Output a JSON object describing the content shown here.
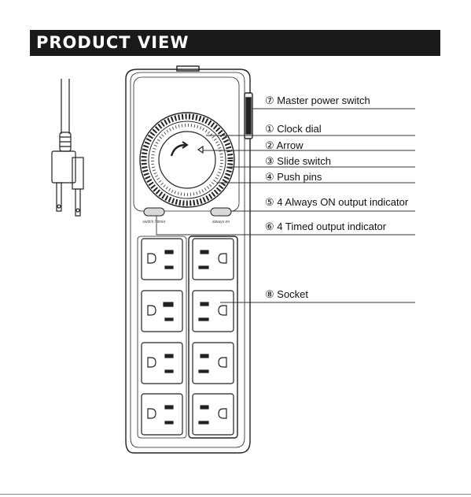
{
  "header": {
    "title": "PRODUCT VIEW"
  },
  "device_labels": {
    "switch_caption": "switch / timer",
    "always_on_caption": "always on"
  },
  "callouts": [
    {
      "num": "⑦",
      "text": "Master power switch"
    },
    {
      "num": "①",
      "text": "Clock dial"
    },
    {
      "num": "②",
      "text": "Arrow"
    },
    {
      "num": "③",
      "text": "Slide switch"
    },
    {
      "num": "④",
      "text": "Push pins"
    },
    {
      "num": "⑤",
      "text": "4 Always ON output indicator"
    },
    {
      "num": "⑥",
      "text": "4 Timed output indicator"
    },
    {
      "num": "⑧",
      "text": "Socket"
    }
  ],
  "colors": {
    "header_bg": "#1a1a1a",
    "header_text": "#ffffff",
    "line": "#333333"
  }
}
